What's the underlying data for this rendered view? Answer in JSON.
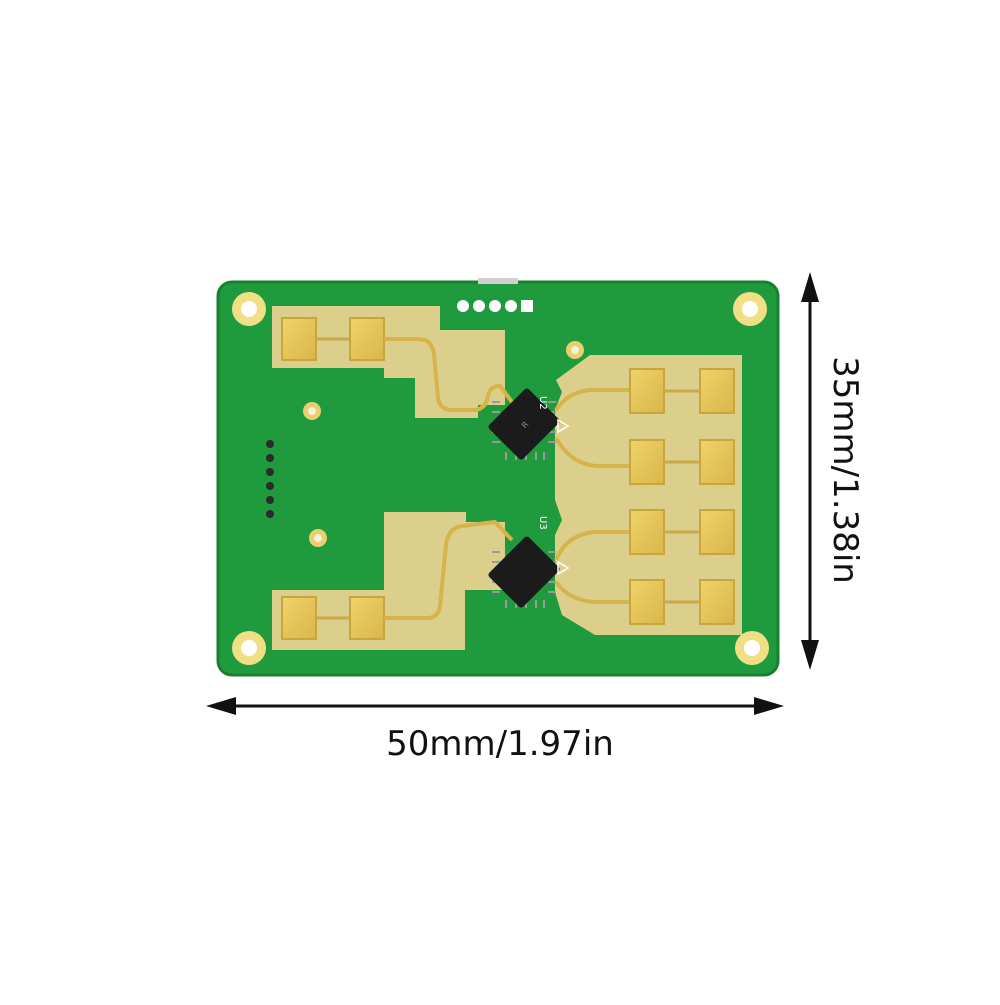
{
  "product": {
    "board_color": "#1f9a3c",
    "pad_color": "#e6c65a",
    "copper_area_color": "#dccf8c",
    "chip_color": "#1b1b1b"
  },
  "dimensions": {
    "width_label": "50mm/1.97in",
    "height_label": "35mm/1.38in"
  },
  "silkscreen": {
    "u2": "U2",
    "u3": "U3"
  }
}
